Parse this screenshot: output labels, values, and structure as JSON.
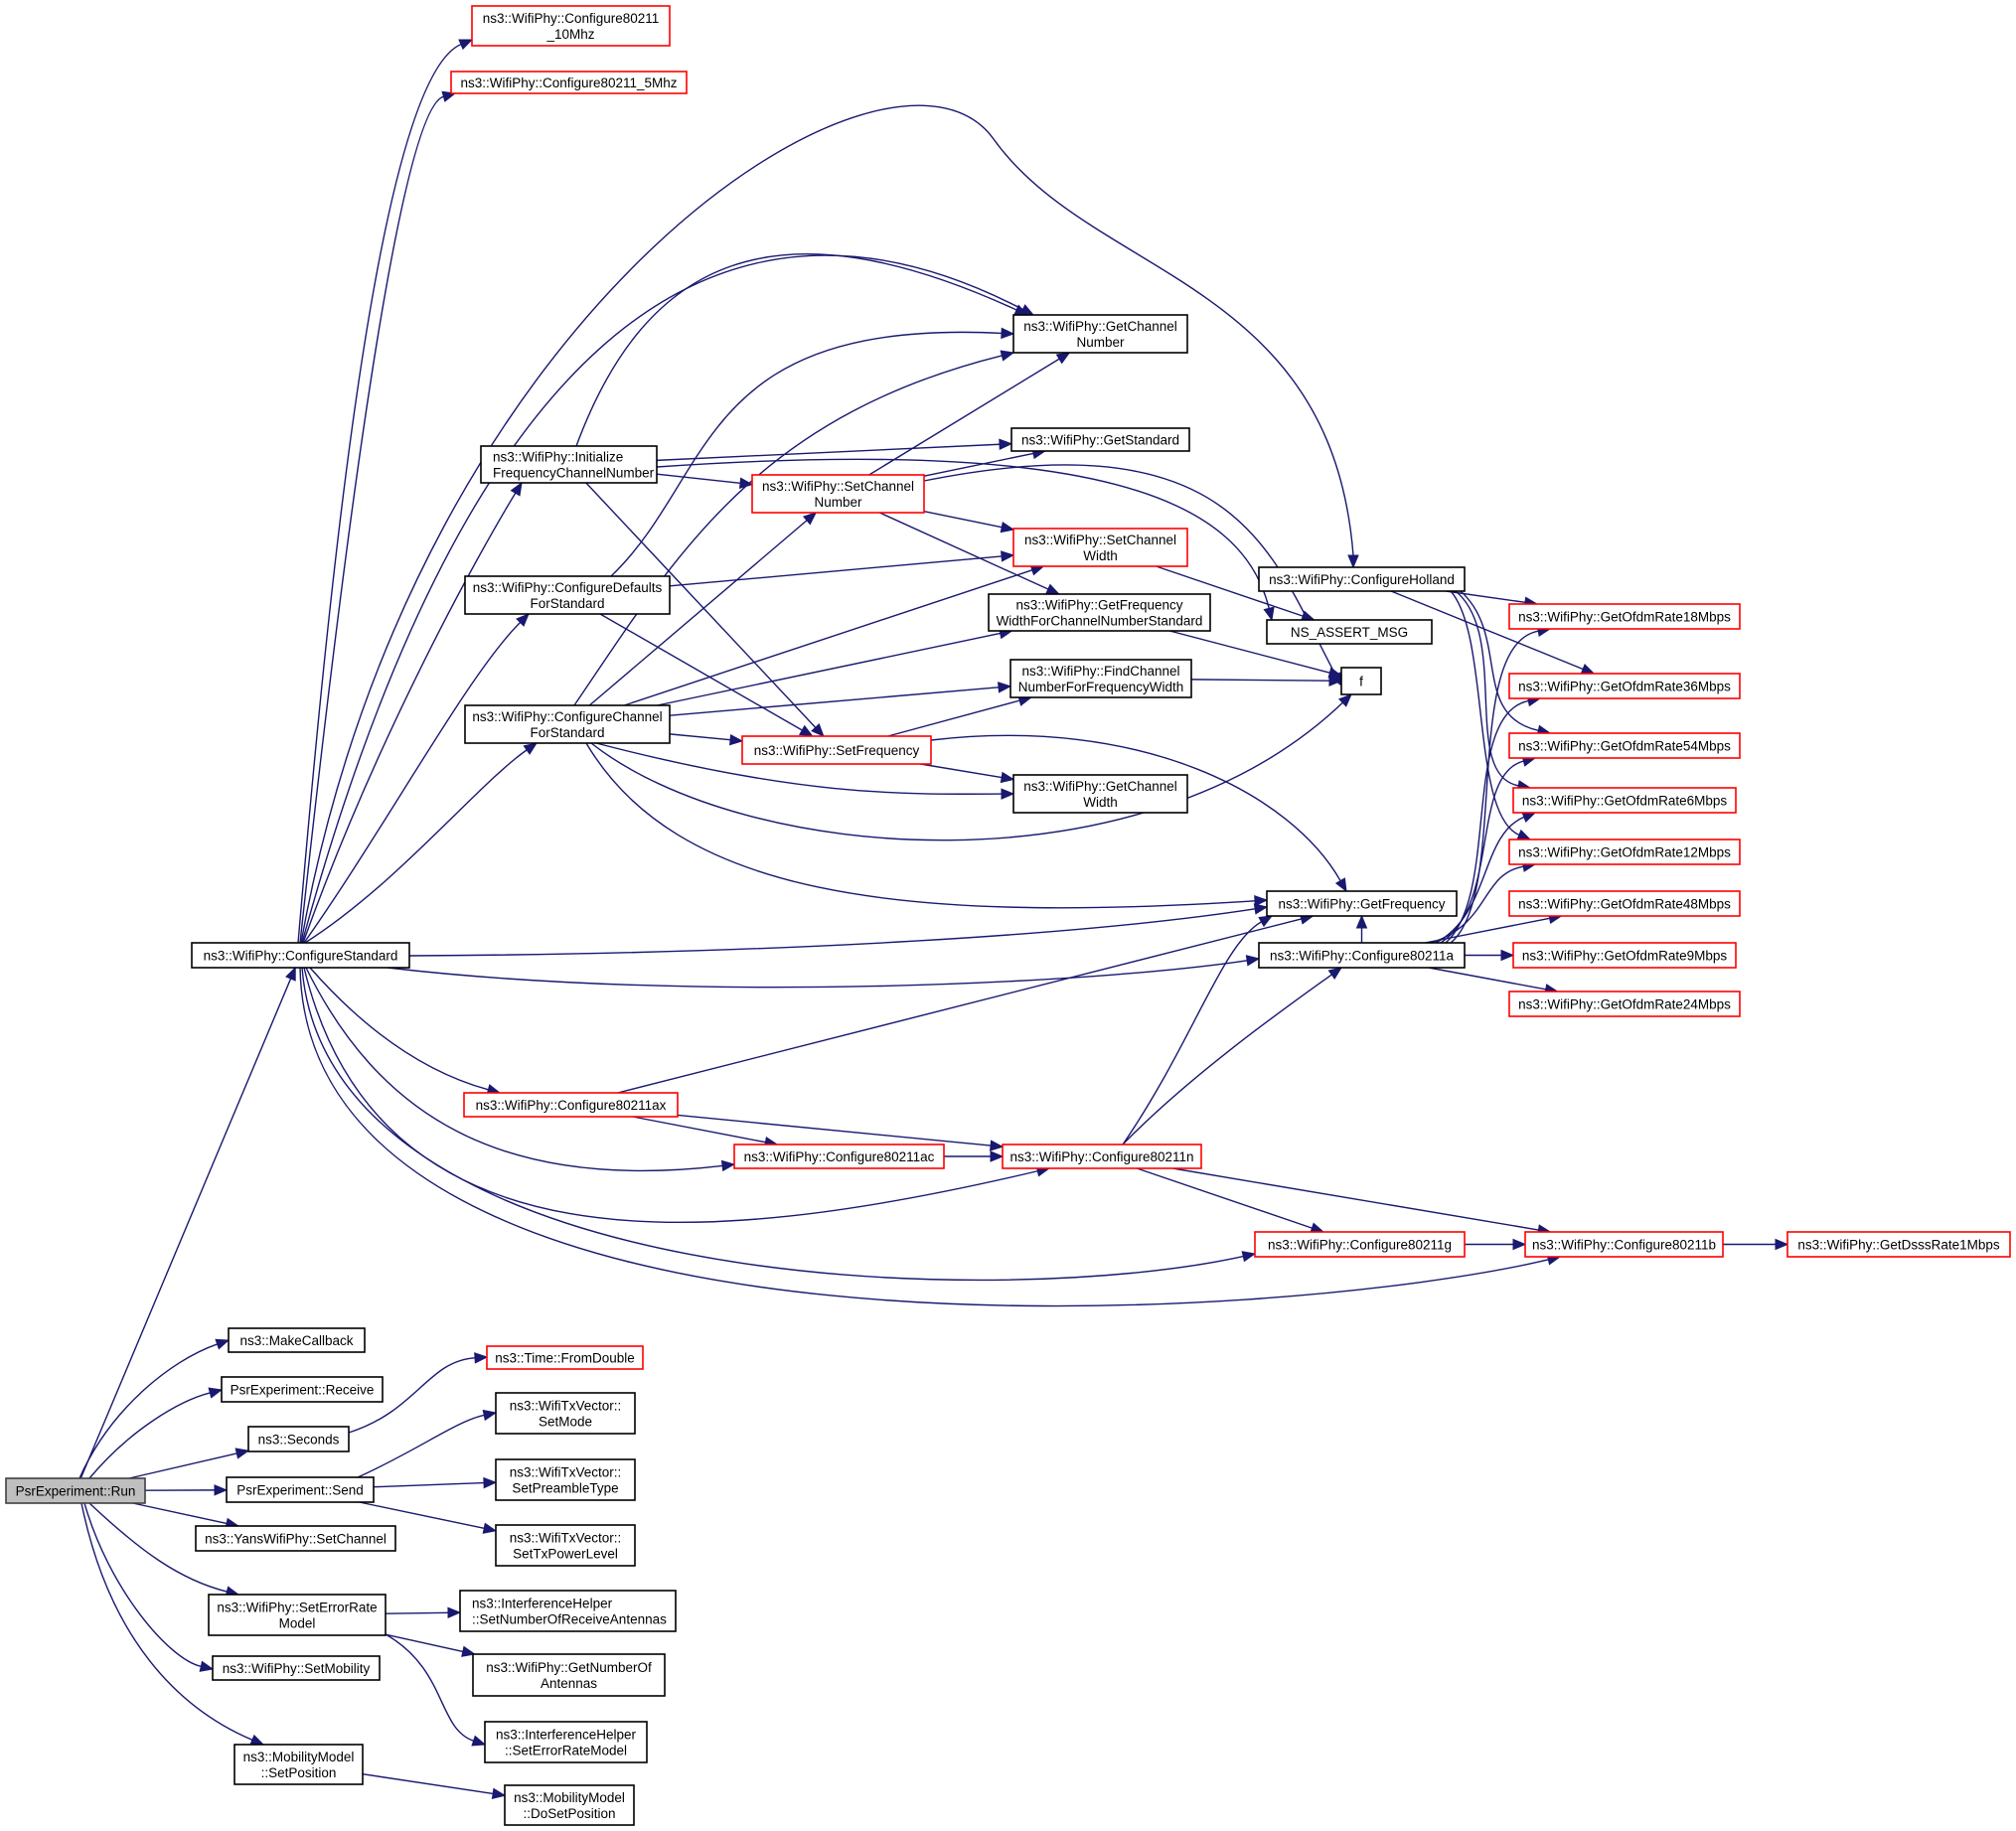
{
  "diagram": {
    "type": "doxygen-call-graph",
    "root": "run",
    "nodes": [
      {
        "id": "run",
        "lines": [
          "PsrExperiment::Run"
        ],
        "style": "root"
      },
      {
        "id": "cfgstd",
        "lines": [
          "ns3::WifiPhy::ConfigureStandard"
        ],
        "style": "normal"
      },
      {
        "id": "c10",
        "lines": [
          "ns3::WifiPhy::Configure80211",
          "_10Mhz"
        ],
        "style": "truncated"
      },
      {
        "id": "c5",
        "lines": [
          "ns3::WifiPhy::Configure80211_5Mhz"
        ],
        "style": "truncated"
      },
      {
        "id": "init",
        "lines": [
          "ns3::WifiPhy::Initialize",
          "FrequencyChannelNumber"
        ],
        "style": "normal",
        "align": "left"
      },
      {
        "id": "cdef",
        "lines": [
          "ns3::WifiPhy::ConfigureDefaults",
          "ForStandard"
        ],
        "style": "normal"
      },
      {
        "id": "cchan",
        "lines": [
          "ns3::WifiPhy::ConfigureChannel",
          "ForStandard"
        ],
        "style": "normal"
      },
      {
        "id": "getchn",
        "lines": [
          "ns3::WifiPhy::GetChannel",
          "Number"
        ],
        "style": "normal"
      },
      {
        "id": "getstd",
        "lines": [
          "ns3::WifiPhy::GetStandard"
        ],
        "style": "normal"
      },
      {
        "id": "setchn",
        "lines": [
          "ns3::WifiPhy::SetChannel",
          "Number"
        ],
        "style": "truncated"
      },
      {
        "id": "setchw",
        "lines": [
          "ns3::WifiPhy::SetChannel",
          "Width"
        ],
        "style": "truncated"
      },
      {
        "id": "getfw",
        "lines": [
          "ns3::WifiPhy::GetFrequency",
          "WidthForChannelNumberStandard"
        ],
        "style": "normal"
      },
      {
        "id": "findch",
        "lines": [
          "ns3::WifiPhy::FindChannel",
          "NumberForFrequencyWidth"
        ],
        "style": "normal"
      },
      {
        "id": "setfreq",
        "lines": [
          "ns3::WifiPhy::SetFrequency"
        ],
        "style": "truncated"
      },
      {
        "id": "getchw",
        "lines": [
          "ns3::WifiPhy::GetChannel",
          "Width"
        ],
        "style": "normal"
      },
      {
        "id": "holland",
        "lines": [
          "ns3::WifiPhy::ConfigureHolland"
        ],
        "style": "normal"
      },
      {
        "id": "assert",
        "lines": [
          "NS_ASSERT_MSG"
        ],
        "style": "normal"
      },
      {
        "id": "f",
        "lines": [
          "f"
        ],
        "style": "normal"
      },
      {
        "id": "getfreq",
        "lines": [
          "ns3::WifiPhy::GetFrequency"
        ],
        "style": "normal"
      },
      {
        "id": "c11a",
        "lines": [
          "ns3::WifiPhy::Configure80211a"
        ],
        "style": "normal"
      },
      {
        "id": "r18",
        "lines": [
          "ns3::WifiPhy::GetOfdmRate18Mbps"
        ],
        "style": "truncated"
      },
      {
        "id": "r36",
        "lines": [
          "ns3::WifiPhy::GetOfdmRate36Mbps"
        ],
        "style": "truncated"
      },
      {
        "id": "r54",
        "lines": [
          "ns3::WifiPhy::GetOfdmRate54Mbps"
        ],
        "style": "truncated"
      },
      {
        "id": "r6",
        "lines": [
          "ns3::WifiPhy::GetOfdmRate6Mbps"
        ],
        "style": "truncated"
      },
      {
        "id": "r12",
        "lines": [
          "ns3::WifiPhy::GetOfdmRate12Mbps"
        ],
        "style": "truncated"
      },
      {
        "id": "r48",
        "lines": [
          "ns3::WifiPhy::GetOfdmRate48Mbps"
        ],
        "style": "truncated"
      },
      {
        "id": "r9",
        "lines": [
          "ns3::WifiPhy::GetOfdmRate9Mbps"
        ],
        "style": "truncated"
      },
      {
        "id": "r24",
        "lines": [
          "ns3::WifiPhy::GetOfdmRate24Mbps"
        ],
        "style": "truncated"
      },
      {
        "id": "c11ax",
        "lines": [
          "ns3::WifiPhy::Configure80211ax"
        ],
        "style": "truncated"
      },
      {
        "id": "c11ac",
        "lines": [
          "ns3::WifiPhy::Configure80211ac"
        ],
        "style": "truncated"
      },
      {
        "id": "c11n",
        "lines": [
          "ns3::WifiPhy::Configure80211n"
        ],
        "style": "truncated"
      },
      {
        "id": "c11g",
        "lines": [
          "ns3::WifiPhy::Configure80211g"
        ],
        "style": "truncated"
      },
      {
        "id": "c11b",
        "lines": [
          "ns3::WifiPhy::Configure80211b"
        ],
        "style": "truncated"
      },
      {
        "id": "dsss1",
        "lines": [
          "ns3::WifiPhy::GetDsssRate1Mbps"
        ],
        "style": "truncated"
      },
      {
        "id": "mkcb",
        "lines": [
          "ns3::MakeCallback"
        ],
        "style": "normal"
      },
      {
        "id": "recv",
        "lines": [
          "PsrExperiment::Receive"
        ],
        "style": "normal"
      },
      {
        "id": "secs",
        "lines": [
          "ns3::Seconds"
        ],
        "style": "normal"
      },
      {
        "id": "send",
        "lines": [
          "PsrExperiment::Send"
        ],
        "style": "normal"
      },
      {
        "id": "yans",
        "lines": [
          "ns3::YansWifiPhy::SetChannel"
        ],
        "style": "normal"
      },
      {
        "id": "seterm",
        "lines": [
          "ns3::WifiPhy::SetErrorRate",
          "Model"
        ],
        "style": "normal"
      },
      {
        "id": "setmob",
        "lines": [
          "ns3::WifiPhy::SetMobility"
        ],
        "style": "normal"
      },
      {
        "id": "mmsetpos",
        "lines": [
          "ns3::MobilityModel",
          "::SetPosition"
        ],
        "style": "normal"
      },
      {
        "id": "fromdbl",
        "lines": [
          "ns3::Time::FromDouble"
        ],
        "style": "truncated"
      },
      {
        "id": "setmode",
        "lines": [
          "ns3::WifiTxVector::",
          "SetMode"
        ],
        "style": "normal"
      },
      {
        "id": "setpre",
        "lines": [
          "ns3::WifiTxVector::",
          "SetPreambleType"
        ],
        "style": "normal"
      },
      {
        "id": "settxp",
        "lines": [
          "ns3::WifiTxVector::",
          "SetTxPowerLevel"
        ],
        "style": "normal"
      },
      {
        "id": "ihnrx",
        "lines": [
          "ns3::InterferenceHelper",
          "::SetNumberOfReceiveAntennas"
        ],
        "style": "normal",
        "align": "left"
      },
      {
        "id": "getnant",
        "lines": [
          "ns3::WifiPhy::GetNumberOf",
          "Antennas"
        ],
        "style": "normal"
      },
      {
        "id": "iherm",
        "lines": [
          "ns3::InterferenceHelper",
          "::SetErrorRateModel"
        ],
        "style": "normal"
      },
      {
        "id": "mmdoset",
        "lines": [
          "ns3::MobilityModel",
          "::DoSetPosition"
        ],
        "style": "normal"
      }
    ],
    "edges": [
      [
        "run",
        "cfgstd"
      ],
      [
        "run",
        "mkcb"
      ],
      [
        "run",
        "recv"
      ],
      [
        "run",
        "secs"
      ],
      [
        "run",
        "send"
      ],
      [
        "run",
        "yans"
      ],
      [
        "run",
        "seterm"
      ],
      [
        "run",
        "setmob"
      ],
      [
        "run",
        "mmsetpos"
      ],
      [
        "cfgstd",
        "c10"
      ],
      [
        "cfgstd",
        "c5"
      ],
      [
        "cfgstd",
        "holland"
      ],
      [
        "cfgstd",
        "getchn"
      ],
      [
        "cfgstd",
        "init"
      ],
      [
        "cfgstd",
        "cdef"
      ],
      [
        "cfgstd",
        "cchan"
      ],
      [
        "cfgstd",
        "getfreq"
      ],
      [
        "cfgstd",
        "c11a"
      ],
      [
        "cfgstd",
        "c11ax"
      ],
      [
        "cfgstd",
        "c11ac"
      ],
      [
        "cfgstd",
        "c11n"
      ],
      [
        "cfgstd",
        "c11g"
      ],
      [
        "cfgstd",
        "c11b"
      ],
      [
        "init",
        "getchn"
      ],
      [
        "init",
        "getstd"
      ],
      [
        "init",
        "setchn"
      ],
      [
        "init",
        "setfreq"
      ],
      [
        "init",
        "assert"
      ],
      [
        "cdef",
        "getchn"
      ],
      [
        "cdef",
        "setchw"
      ],
      [
        "cdef",
        "setfreq"
      ],
      [
        "cchan",
        "getchn"
      ],
      [
        "cchan",
        "setchn"
      ],
      [
        "cchan",
        "setchw"
      ],
      [
        "cchan",
        "getfw"
      ],
      [
        "cchan",
        "findch"
      ],
      [
        "cchan",
        "setfreq"
      ],
      [
        "cchan",
        "getchw"
      ],
      [
        "cchan",
        "f"
      ],
      [
        "cchan",
        "getfreq"
      ],
      [
        "setchn",
        "getchn"
      ],
      [
        "setchn",
        "getstd"
      ],
      [
        "setchn",
        "setchw"
      ],
      [
        "setchn",
        "getfw"
      ],
      [
        "setchn",
        "f"
      ],
      [
        "setchw",
        "assert"
      ],
      [
        "getfw",
        "f"
      ],
      [
        "findch",
        "f"
      ],
      [
        "setfreq",
        "findch"
      ],
      [
        "setfreq",
        "getchw"
      ],
      [
        "setfreq",
        "getfreq"
      ],
      [
        "holland",
        "r18"
      ],
      [
        "holland",
        "r36"
      ],
      [
        "holland",
        "r54"
      ],
      [
        "holland",
        "r6"
      ],
      [
        "holland",
        "r12"
      ],
      [
        "c11a",
        "r18"
      ],
      [
        "c11a",
        "r36"
      ],
      [
        "c11a",
        "r54"
      ],
      [
        "c11a",
        "r6"
      ],
      [
        "c11a",
        "r12"
      ],
      [
        "c11a",
        "r48"
      ],
      [
        "c11a",
        "r9"
      ],
      [
        "c11a",
        "r24"
      ],
      [
        "c11a",
        "getfreq"
      ],
      [
        "c11ax",
        "getfreq"
      ],
      [
        "c11ax",
        "c11ac"
      ],
      [
        "c11ax",
        "c11n"
      ],
      [
        "c11ac",
        "c11n"
      ],
      [
        "c11n",
        "getfreq"
      ],
      [
        "c11n",
        "c11a"
      ],
      [
        "c11n",
        "c11g"
      ],
      [
        "c11n",
        "c11b"
      ],
      [
        "c11g",
        "c11b"
      ],
      [
        "c11b",
        "dsss1"
      ],
      [
        "secs",
        "fromdbl"
      ],
      [
        "send",
        "setmode"
      ],
      [
        "send",
        "setpre"
      ],
      [
        "send",
        "settxp"
      ],
      [
        "seterm",
        "ihnrx"
      ],
      [
        "seterm",
        "getnant"
      ],
      [
        "seterm",
        "iherm"
      ],
      [
        "mmsetpos",
        "mmdoset"
      ]
    ],
    "colors": {
      "edge": "#191970",
      "node_border": "#000000",
      "truncated_border": "#ff0000",
      "root_fill": "#bfbfbf",
      "background": "#ffffff"
    }
  }
}
